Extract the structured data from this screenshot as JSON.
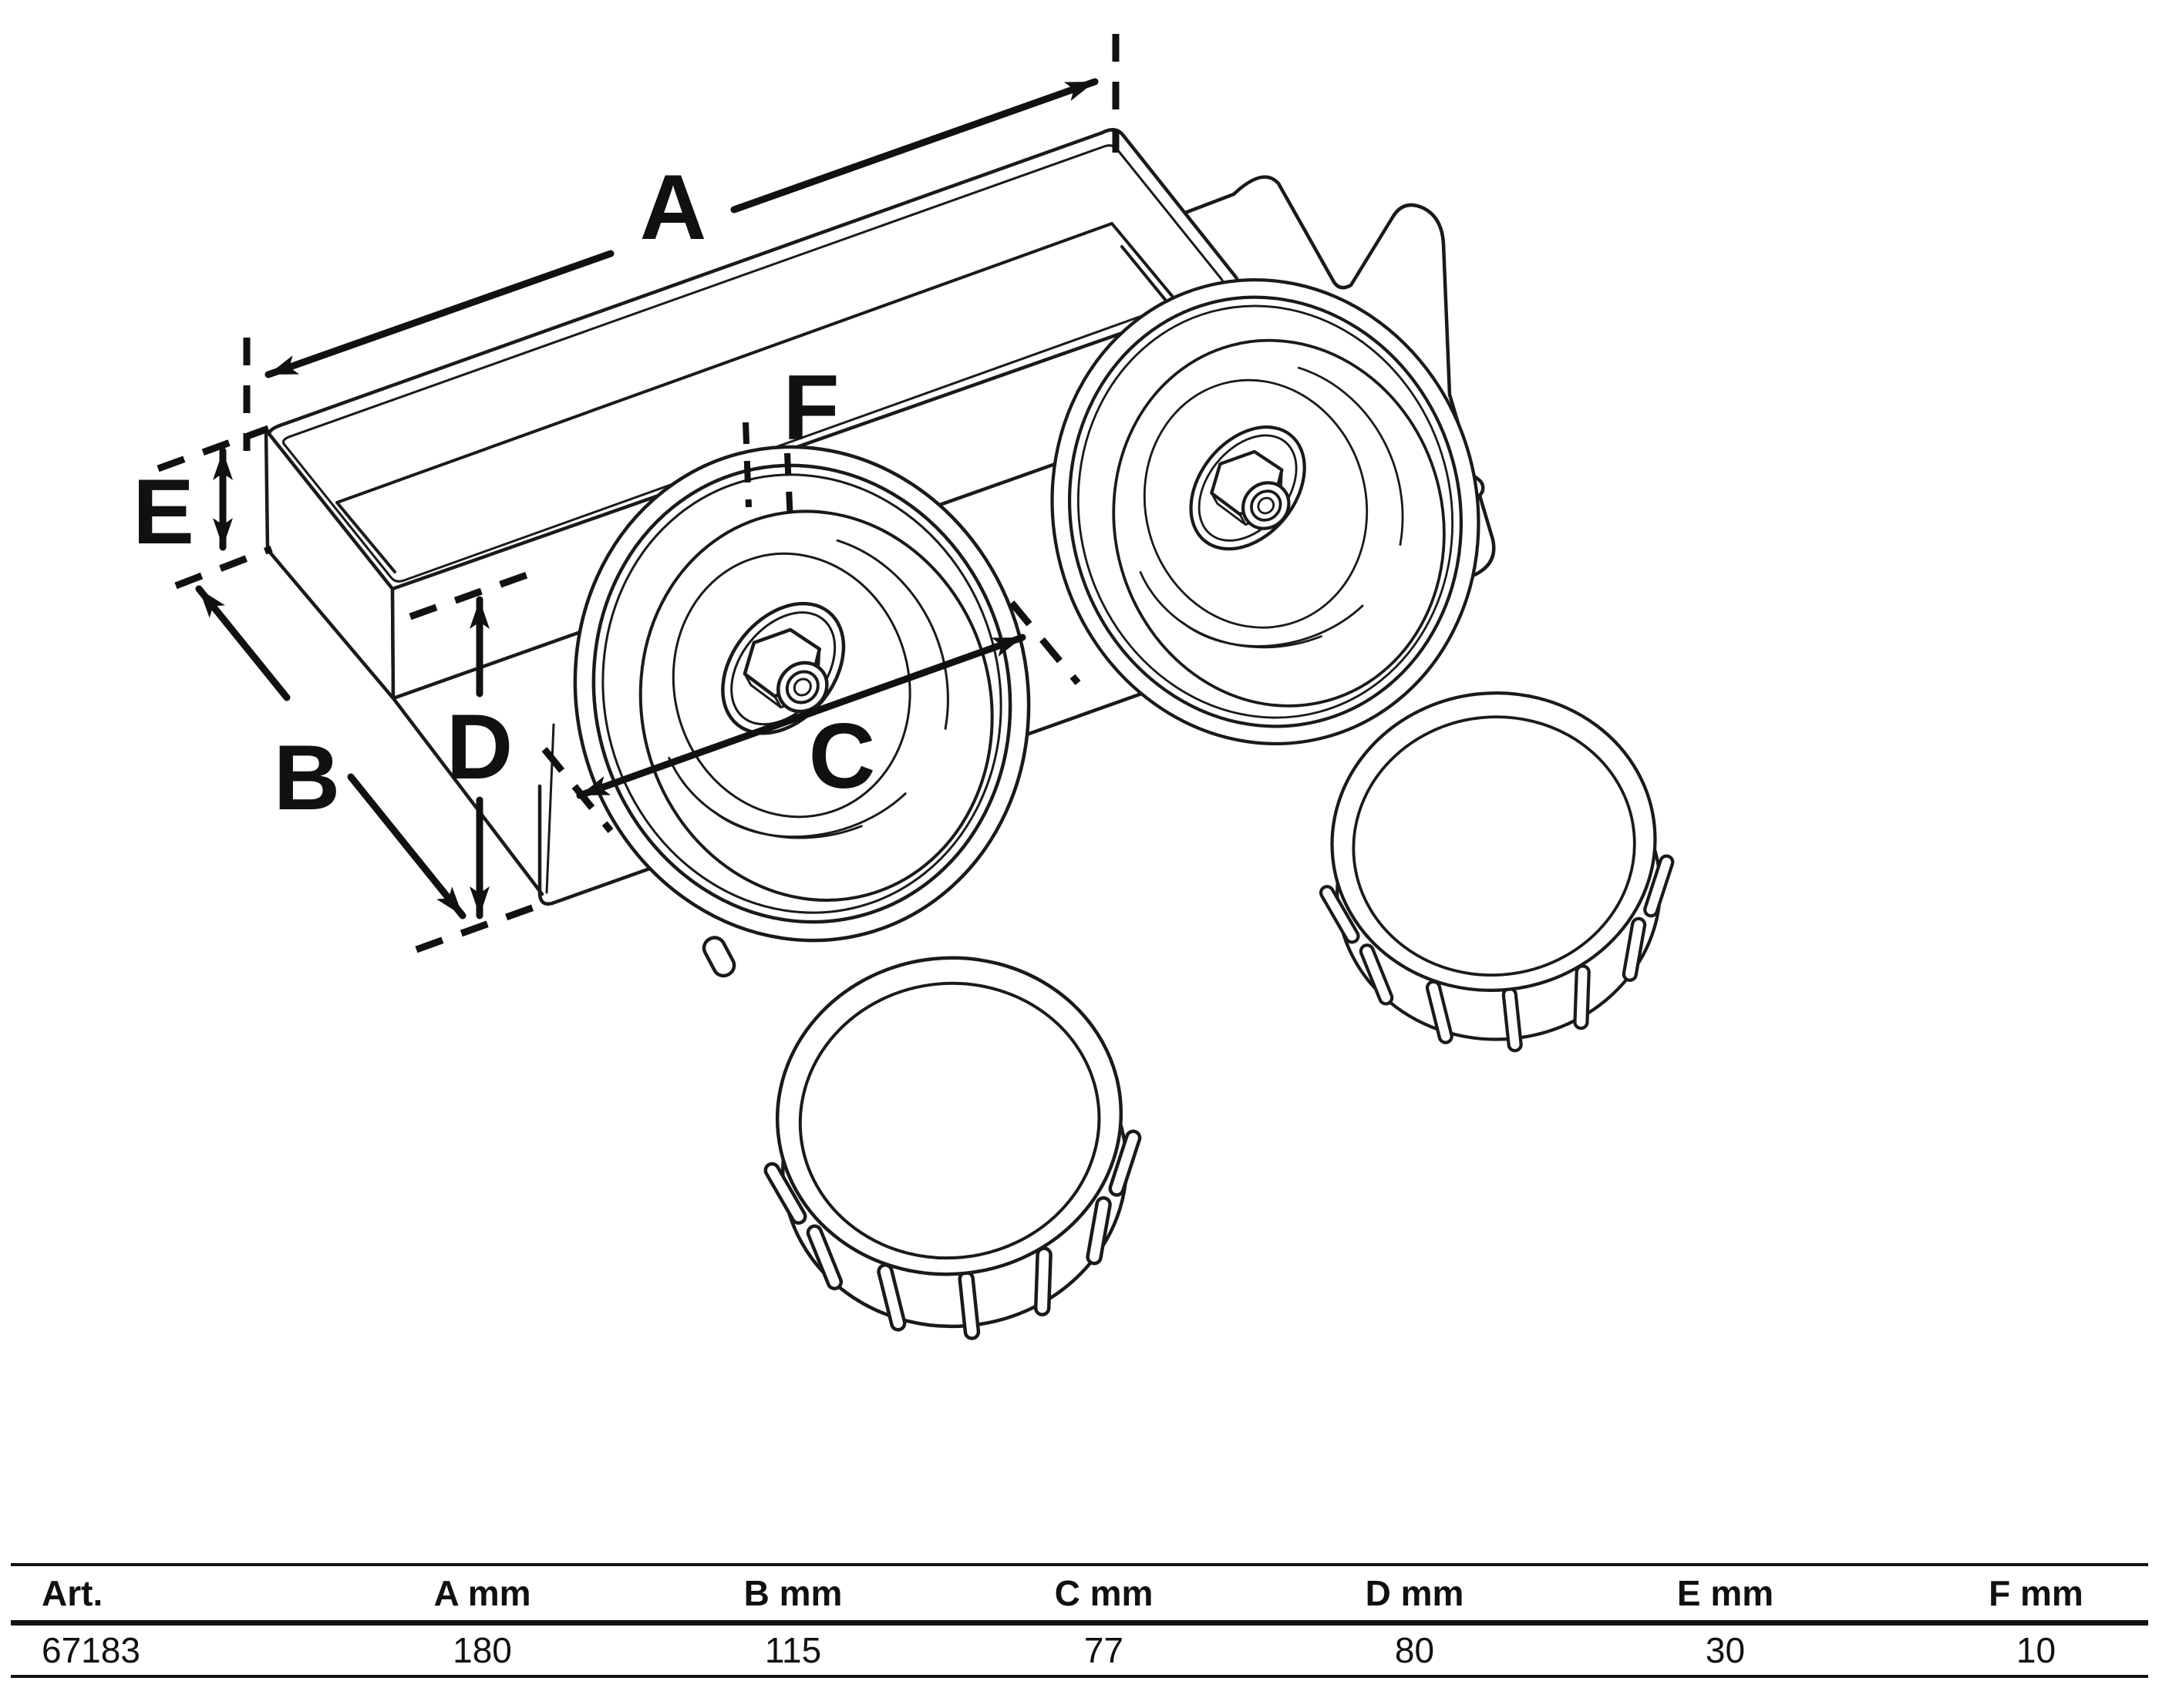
{
  "drawing": {
    "labels": {
      "a": "A",
      "b": "B",
      "c": "C",
      "d": "D",
      "e": "E",
      "f": "F"
    }
  },
  "table": {
    "art_header": "Art.",
    "art_value": "67183",
    "columns": [
      {
        "label": "A mm",
        "value": "180"
      },
      {
        "label": "B mm",
        "value": "115"
      },
      {
        "label": "C mm",
        "value": "77"
      },
      {
        "label": "D mm",
        "value": "80"
      },
      {
        "label": "E mm",
        "value": "30"
      },
      {
        "label": "F mm",
        "value": "10"
      }
    ]
  },
  "colors": {
    "line": "#1a1a1a",
    "background": "#ffffff"
  }
}
